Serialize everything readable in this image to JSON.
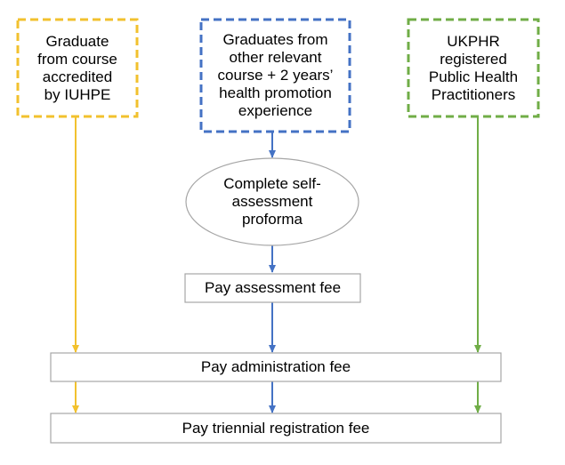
{
  "colors": {
    "yellow": "#F2C12E",
    "blue": "#4472C4",
    "green": "#70AD47",
    "box_border": "#A6A6A6",
    "text": "#000000"
  },
  "nodes": {
    "iuhpe_graduate": {
      "lines": [
        "Graduate",
        "from course",
        "accredited",
        "by IUHPE"
      ]
    },
    "other_course_graduate": {
      "lines": [
        "Graduates from",
        "other relevant",
        "course + 2 years’",
        "health promotion",
        "experience"
      ]
    },
    "ukphr_practitioners": {
      "lines": [
        "UKPHR",
        "registered",
        "Public Health",
        "Practitioners"
      ]
    },
    "self_assessment": {
      "lines": [
        "Complete self-",
        "assessment",
        "proforma"
      ]
    },
    "assessment_fee": {
      "lines": [
        "Pay assessment fee"
      ]
    },
    "administration_fee": {
      "lines": [
        "Pay administration fee"
      ]
    },
    "registration_fee": {
      "lines": [
        "Pay triennial registration fee"
      ]
    }
  }
}
